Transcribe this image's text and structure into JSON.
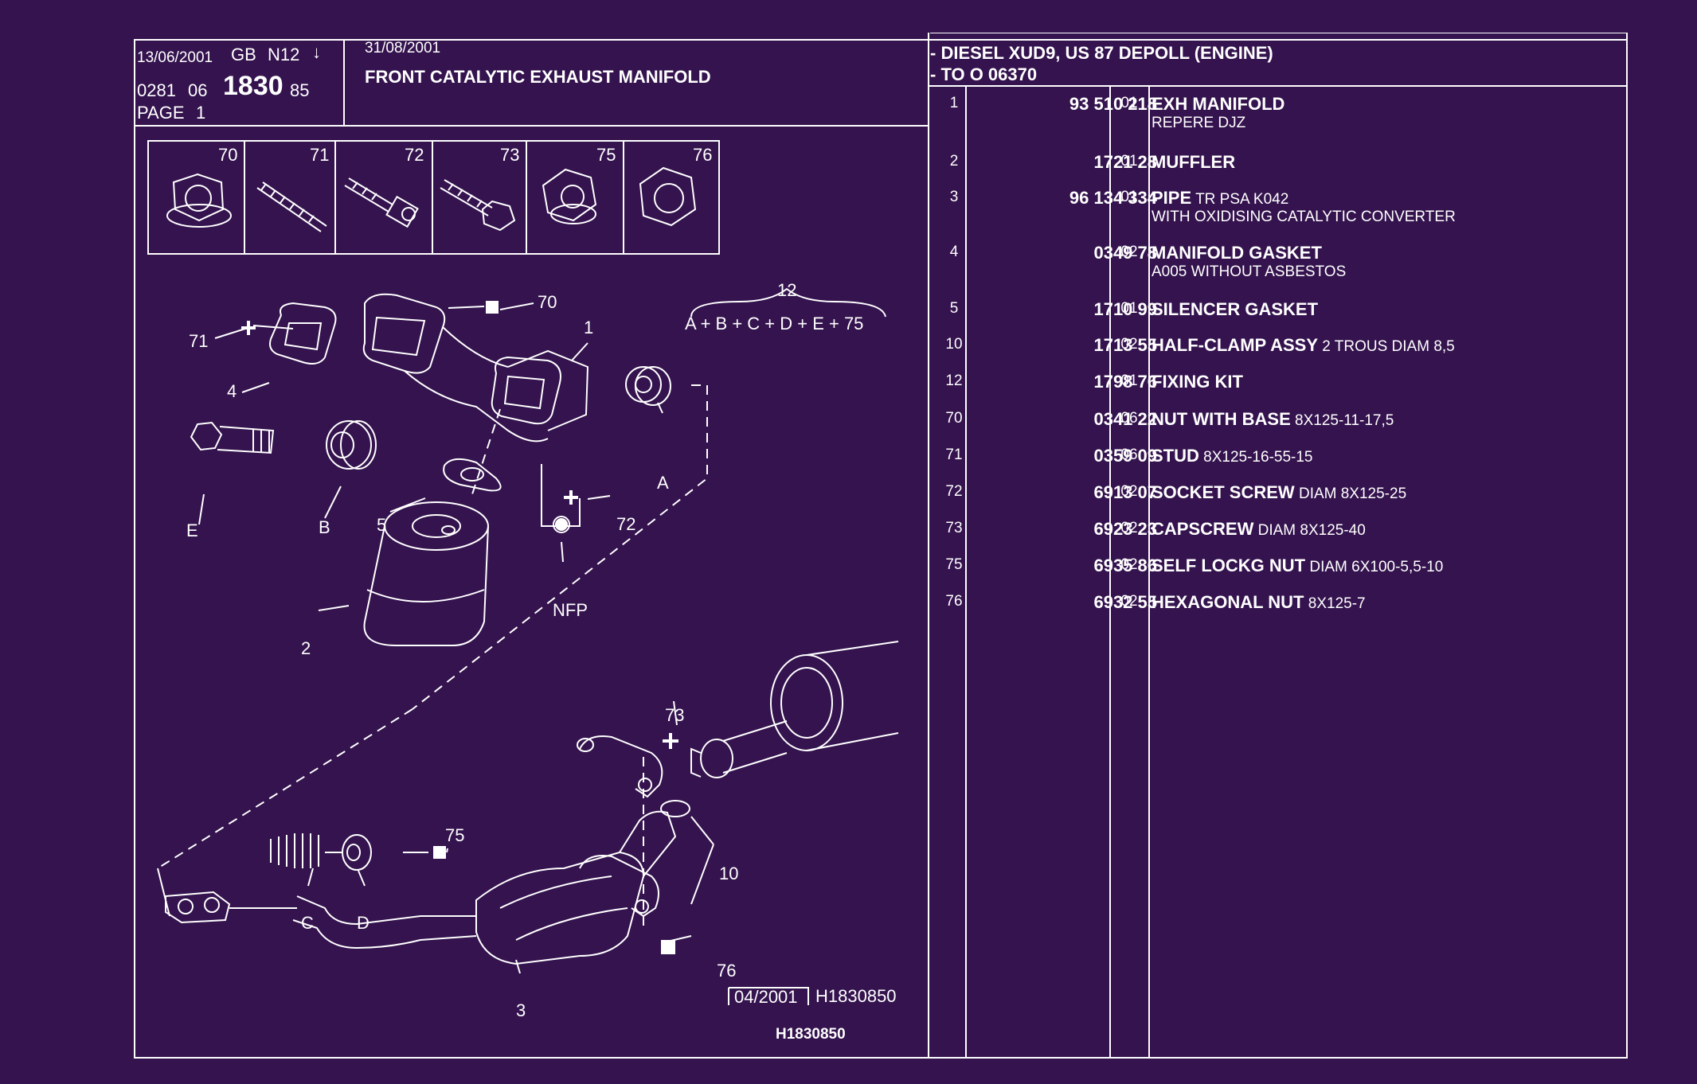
{
  "header": {
    "date1": "13/06/2001",
    "lang": "GB",
    "code": "N12",
    "arrow": "↓",
    "prefix": "0281",
    "group": "06",
    "plate": "1830",
    "suffix": "85",
    "page_label": "PAGE",
    "page_num": "1",
    "date2": "31/08/2001",
    "title": "FRONT CATALYTIC EXHAUST MANIFOLD",
    "application_line1": "- DIESEL XUD9, US 87 DEPOLL (ENGINE)",
    "application_line2": "- TO  O   06370"
  },
  "thumbs": [
    "70",
    "71",
    "72",
    "73",
    "75",
    "76"
  ],
  "diagram_labels": {
    "l12": "12",
    "kit": "A + B + C + D + E + 75",
    "l71": "71",
    "l70": "70",
    "l4": "4",
    "l1": "1",
    "lE": "E",
    "lB": "B",
    "l5": "5",
    "lA": "A",
    "l72": "72",
    "lNFP": "NFP",
    "l2": "2",
    "l73": "73",
    "l75": "75",
    "lC": "C",
    "lD": "D",
    "l10": "10",
    "l76": "76",
    "l3": "3"
  },
  "footer": {
    "date_box": "04/2001",
    "ref1": "H1830850",
    "ref2": "H1830850"
  },
  "parts": [
    {
      "no": "1",
      "ref": "93 510 218",
      "qty": "01",
      "name": "EXH MANIFOLD",
      "extra": "",
      "sub": "REPERE  DJZ"
    },
    {
      "no": "2",
      "ref": "1721 28",
      "qty": "01",
      "name": "MUFFLER",
      "extra": "",
      "sub": ""
    },
    {
      "no": "3",
      "ref": "96 134 334",
      "qty": "01",
      "name": "PIPE",
      "extra": " TR PSA K042",
      "sub": "WITH OXIDISING CATALYTIC CONVERTER"
    },
    {
      "no": "4",
      "ref": "0349 78",
      "qty": "02",
      "name": "MANIFOLD GASKET",
      "extra": "",
      "sub": "A005 WITHOUT ASBESTOS"
    },
    {
      "no": "5",
      "ref": "1710 99",
      "qty": "01",
      "name": "SILENCER GASKET",
      "extra": "",
      "sub": ""
    },
    {
      "no": "10",
      "ref": "1713 55",
      "qty": "02",
      "name": "HALF-CLAMP ASSY",
      "extra": " 2 TROUS DIAM 8,5",
      "sub": ""
    },
    {
      "no": "12",
      "ref": "1798 76",
      "qty": "01",
      "name": "FIXING KIT",
      "extra": "",
      "sub": ""
    },
    {
      "no": "70",
      "ref": "0341 22",
      "qty": "06",
      "name": "NUT WITH BASE",
      "extra": " 8X125-11-17,5",
      "sub": ""
    },
    {
      "no": "71",
      "ref": "0359 09",
      "qty": "06",
      "name": "STUD",
      "extra": " 8X125-16-55-15",
      "sub": ""
    },
    {
      "no": "72",
      "ref": "6913 07",
      "qty": "02",
      "name": "SOCKET SCREW",
      "extra": " DIAM 8X125-25",
      "sub": ""
    },
    {
      "no": "73",
      "ref": "6923 23",
      "qty": "02",
      "name": "CAPSCREW",
      "extra": " DIAM 8X125-40",
      "sub": ""
    },
    {
      "no": "75",
      "ref": "6935 86",
      "qty": "02",
      "name": "SELF LOCKG NUT",
      "extra": " DIAM 6X100-5,5-10",
      "sub": ""
    },
    {
      "no": "76",
      "ref": "6932 55",
      "qty": "02",
      "name": "HEXAGONAL NUT",
      "extra": " 8X125-7",
      "sub": ""
    }
  ]
}
